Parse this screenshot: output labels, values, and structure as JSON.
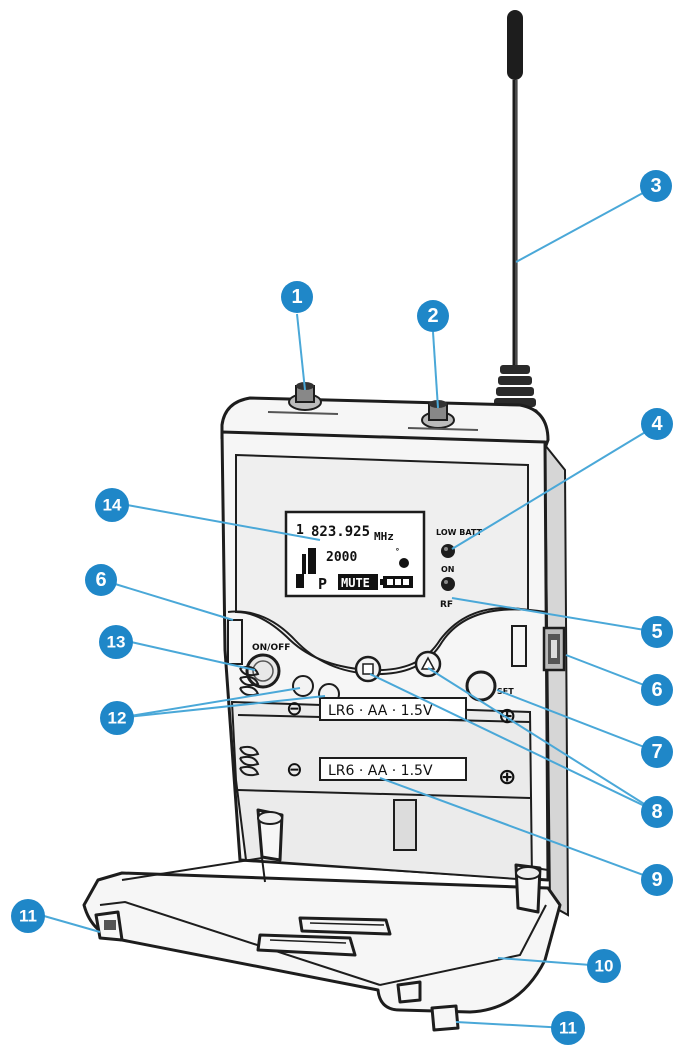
{
  "callouts": [
    {
      "id": "1"
    },
    {
      "id": "2"
    },
    {
      "id": "3"
    },
    {
      "id": "4"
    },
    {
      "id": "5"
    },
    {
      "id": "6"
    },
    {
      "id": "6"
    },
    {
      "id": "7"
    },
    {
      "id": "8"
    },
    {
      "id": "9"
    },
    {
      "id": "10"
    },
    {
      "id": "11"
    },
    {
      "id": "11"
    },
    {
      "id": "12"
    },
    {
      "id": "13"
    },
    {
      "id": "14"
    }
  ],
  "display": {
    "frequency": "823.925",
    "frequency_unit": "MHz",
    "channel": "1",
    "line2": "2000",
    "mode": "P",
    "mute": "MUTE"
  },
  "device_labels": {
    "low_batt": "LOW BATT",
    "on": "ON",
    "rf": "RF",
    "power": "ON/OFF",
    "set": "SET",
    "battery_1": "LR6 · AA · 1.5V",
    "battery_2": "LR6 · AA · 1.5V",
    "minus": "⊖",
    "plus": "⊕"
  },
  "colors": {
    "callout": "#1f87c8",
    "leader_line": "#4aa8d8",
    "outline": "#1d1d1d"
  }
}
